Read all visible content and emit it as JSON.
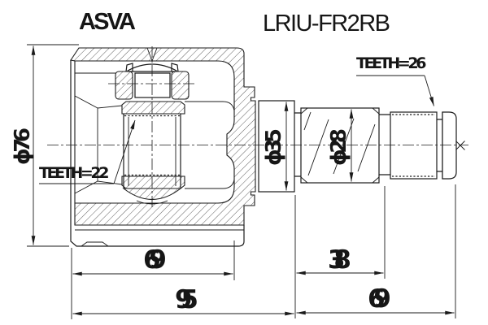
{
  "header": {
    "brand": "ASVA",
    "part_number": "LRIU-FR2RB"
  },
  "callouts": {
    "inner_spline_teeth": "TEETH=22",
    "shaft_spline_teeth": "TEETH=26"
  },
  "dimensions": {
    "housing_outer_diameter": "ϕ76",
    "collar_diameter": "ϕ35",
    "shaft_diameter": "ϕ28",
    "housing_inner_depth": "69",
    "housing_overall_length": "95",
    "shaft_cylinder_length": "38",
    "shaft_overall_length": "69"
  },
  "colors": {
    "line": "#1b1b1b",
    "background": "#ffffff"
  }
}
